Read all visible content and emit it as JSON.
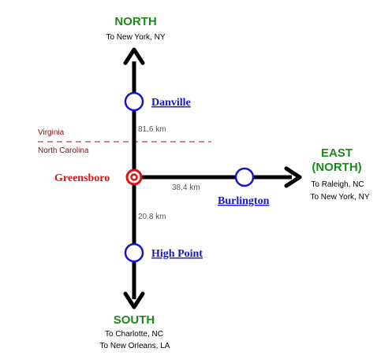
{
  "north": {
    "label": "NORTH",
    "destinations": [
      "To New York, NY"
    ]
  },
  "east": {
    "label_line1": "EAST",
    "label_line2": "(NORTH)",
    "destinations": [
      "To Raleigh, NC",
      "To New York, NY"
    ]
  },
  "south": {
    "label": "SOUTH",
    "destinations": [
      "To Charlotte, NC",
      "To New Orleans, LA"
    ]
  },
  "hub": {
    "name": "Greensboro"
  },
  "stations": [
    {
      "name": "Danville"
    },
    {
      "name": "Burlington"
    },
    {
      "name": "High Point"
    }
  ],
  "distances": {
    "north": "81.6 km",
    "east": "38.4 km",
    "south": "20.8 km"
  },
  "border": {
    "upper": "Virginia",
    "lower": "North Carolina"
  },
  "colors": {
    "line": "#000000",
    "station_ring": "#1515cc",
    "hub": "#e01010",
    "border_line": "#a01010",
    "direction_text": "#1a8a1a"
  }
}
